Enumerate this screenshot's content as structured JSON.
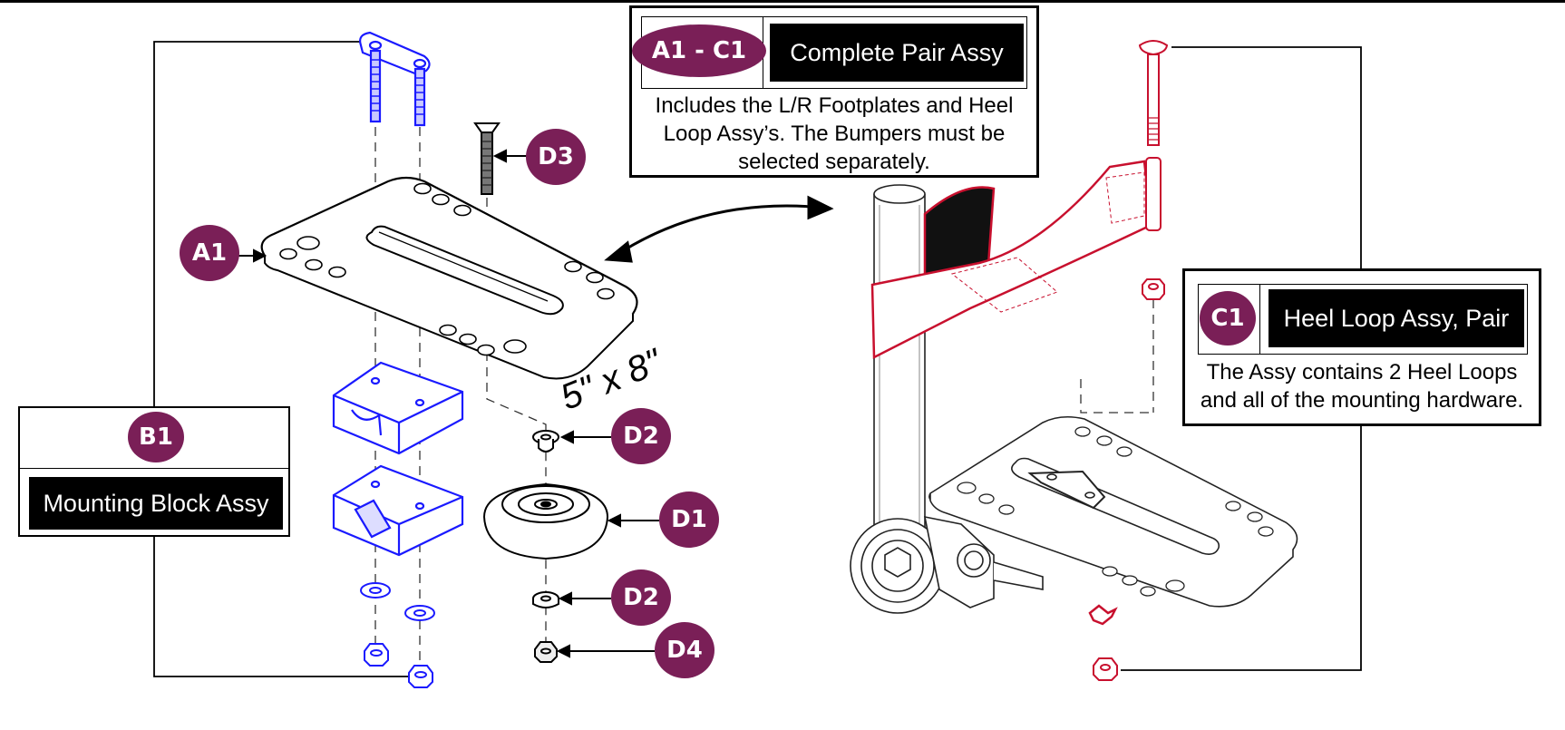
{
  "callouts": {
    "a1": "A1",
    "b1": "B1",
    "c1": "C1",
    "d1": "D1",
    "d2_upper": "D2",
    "d2_lower": "D2",
    "d3": "D3",
    "d4": "D4"
  },
  "complete_pair": {
    "code": "A1 - C1",
    "title": "Complete Pair Assy",
    "description_lines": [
      "Includes the L/R Footplates and Heel",
      "Loop Assy’s. The Bumpers must be",
      "selected separately."
    ]
  },
  "heel_loop": {
    "code": "C1",
    "title": "Heel Loop Assy, Pair",
    "description_lines": [
      "The Assy contains 2 Heel Loops",
      "and all of the mounting hardware."
    ]
  },
  "mounting_block": {
    "code": "B1",
    "title": "Mounting Block Assy"
  },
  "dimension_label": "5\" x 8\"",
  "colors": {
    "callout_fill": "#7a1f57",
    "hardware_blue": "#1a1aff",
    "heel_loop_red": "#c8102e",
    "line_black": "#000000"
  }
}
